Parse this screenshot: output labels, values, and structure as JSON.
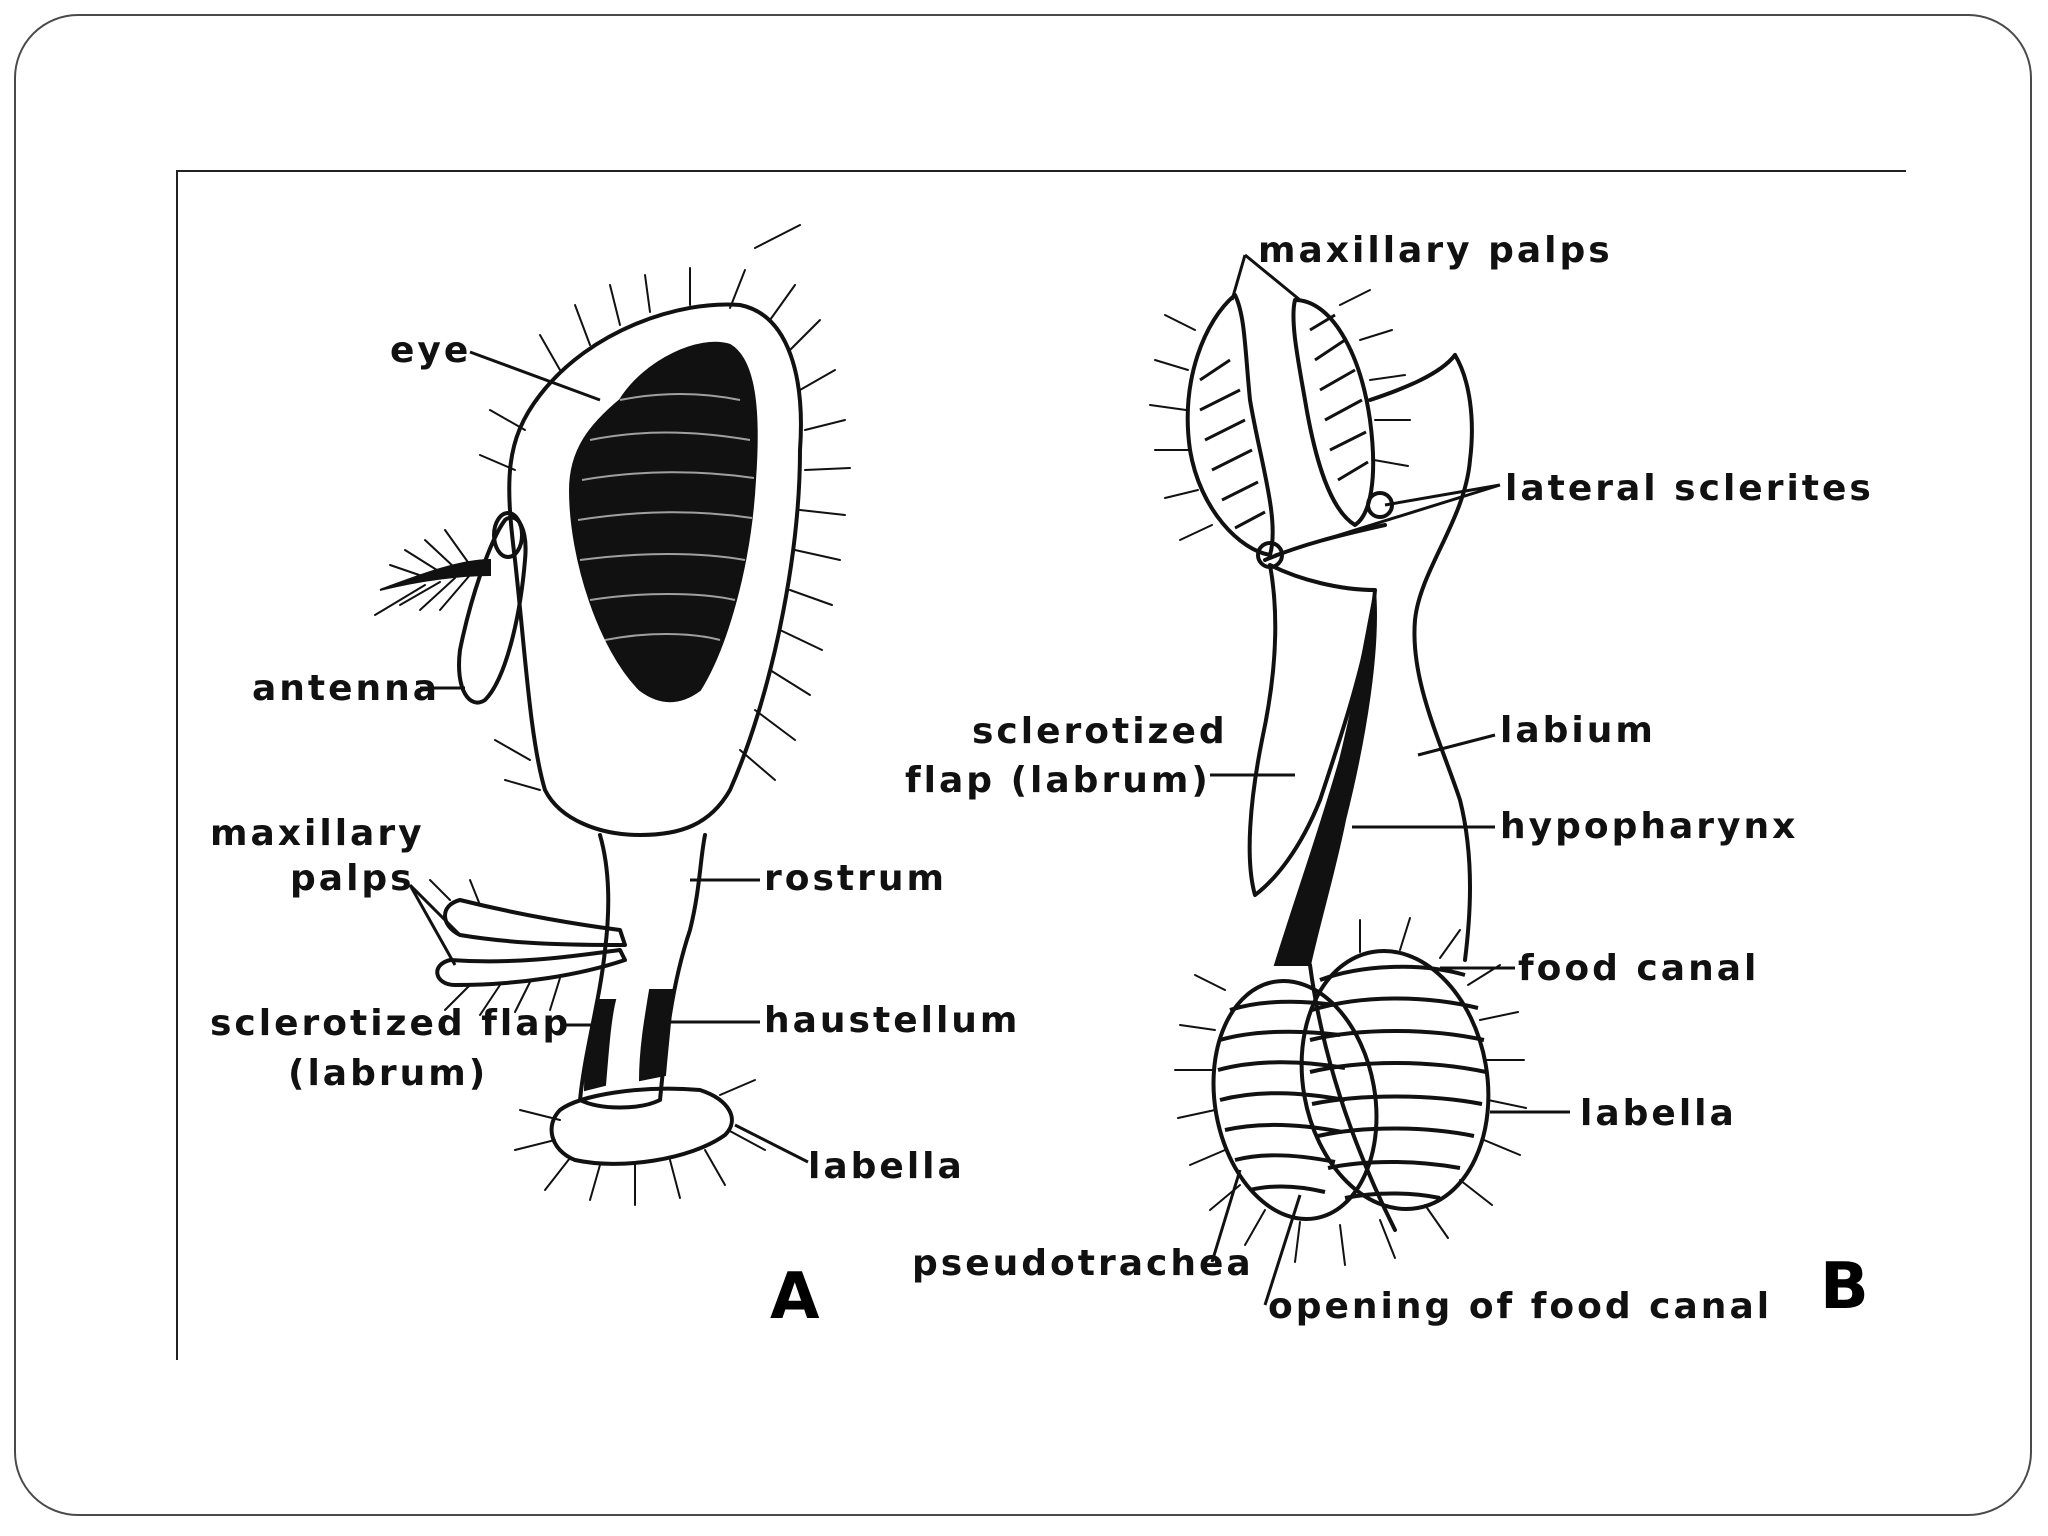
{
  "panel_a": {
    "marker": "A",
    "labels": {
      "eye": "eye",
      "antenna": "antenna",
      "maxillary_palps_line1": "maxillary",
      "maxillary_palps_line2": "palps",
      "rostrum": "rostrum",
      "sclerotized_flap_line1": "sclerotized  flap",
      "sclerotized_flap_line2": "(labrum)",
      "haustellum": "haustellum",
      "labella": "labella"
    }
  },
  "panel_b": {
    "marker": "B",
    "labels": {
      "maxillary_palps": "maxillary  palps",
      "lateral_sclerites": "lateral  sclerites",
      "sclerotized_flap_line1": "sclerotized",
      "sclerotized_flap_line2": "flap  (labrum)",
      "labium": "labium",
      "hypopharynx": "hypopharynx",
      "food_canal": "food  canal",
      "labella": "labella",
      "pseudotrachea": "pseudotrachea",
      "opening_of_food_canal": "opening  of  food  canal"
    }
  },
  "colors": {
    "ink": "#111111",
    "frame": "#4a4a4a",
    "background": "#ffffff"
  }
}
